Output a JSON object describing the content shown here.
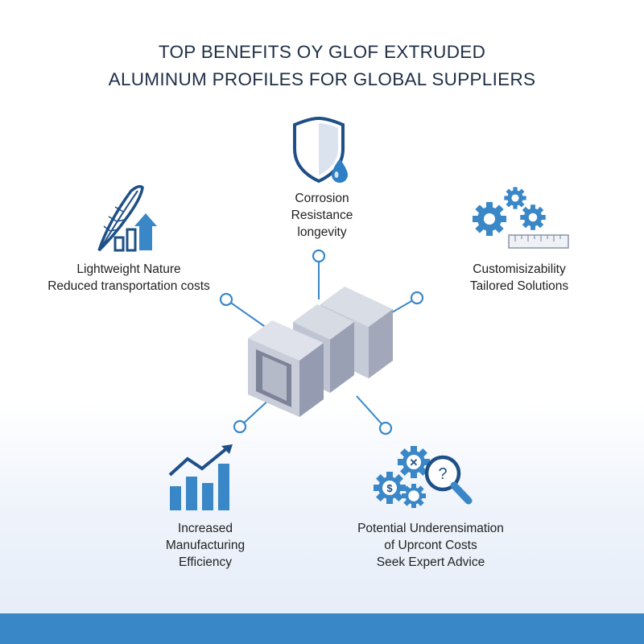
{
  "title": {
    "line1": "TOP BENEFITS OY GLOF EXTRUDED",
    "line2": "ALUMINUM PROFILES FOR GLOBAL SUPPLIERS"
  },
  "benefits": [
    {
      "icon": "shield-water-drop-icon",
      "lines": [
        "Corrosion",
        "Resistance",
        "longevity"
      ]
    },
    {
      "icon": "feather-growth-chart-icon",
      "lines": [
        "Lightweight Nature",
        "Reduced transportation costs"
      ]
    },
    {
      "icon": "gears-ruler-icon",
      "lines": [
        "Customisizability",
        "Tailored Solutions"
      ]
    },
    {
      "icon": "rising-bar-chart-icon",
      "lines": [
        "Increased",
        "Manufacturing",
        "Efficiency"
      ]
    },
    {
      "icon": "gears-magnifier-icon",
      "lines": [
        "Potential Underensimation",
        "of Uprcont Costs",
        "Seek Expert Advice"
      ]
    }
  ],
  "colors": {
    "accent": "#3a87c8",
    "icon_dark": "#1e4f86",
    "profile_light": "#c3c8d6",
    "profile_dark": "#8d93a8",
    "title": "#1f2f45"
  }
}
